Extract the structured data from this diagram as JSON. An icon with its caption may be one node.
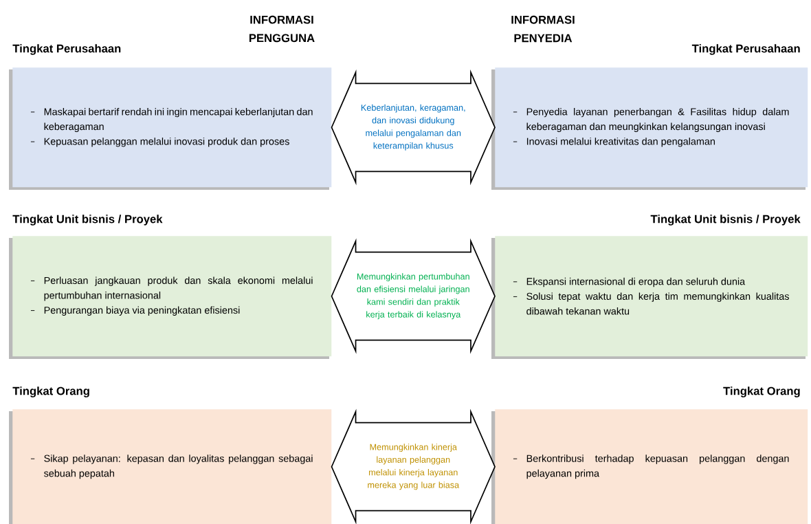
{
  "diagram": {
    "nodes": [
      {
        "text": [
          "Tingkat Perusahaan",
          "Maskapai bertarif rendah ini ingin mencapai keberlanjutan dan keberagaman",
          "Kepuasan pelanggan melalui inovasi produk dan proses"
        ]
      },
      {
        "text": [
          "Tingkat Perusahaan",
          "Penyedia layanan penerbangan & Fasilitas hidup dalam keberagaman dan meungkinkan kelangsungan inovasi",
          "Inovasi melalui kreativitas dan pengalaman"
        ]
      },
      {
        "text": [
          "Tingkat Unit bisnis / Proyek",
          "Perluasan jangkauan produk dan skala ekonomi melalui pertumbuhan internasional",
          "Pengurangan biaya via peningkatan efisiensi"
        ]
      },
      {
        "text": [
          "Tingkat Unit bisnis / Proyek",
          "Ekspansi internasional di eropa dan seluruh dunia",
          "Solusi tepat waktu dan kerja tim memungkinkan kualitas dibawah tekanan waktu"
        ]
      },
      {
        "text": [
          "Tingkat Orang",
          "Sikap pelayanan: kepasan dan loyalitas pelanggan sebagai sebuah pepatah"
        ]
      },
      {
        "text": [
          "Tingkat Orang",
          "Berkontribusi terhadap kepuasan pelanggan dengan pelayanan prima"
        ]
      }
    ],
    "edges": [
      {
        "from": 0,
        "to": 1,
        "arrow": "both",
        "label": "Keberlanjutan, keragaman, dan inovasi didukung melalui pengalaman dan keterampilan khusus"
      },
      {
        "from": 2,
        "to": 3,
        "arrow": "both",
        "label": "Memungkinkan pertumbuhan dan efisiensi melalui jaringan kami sendiri dan praktik kerja terbaik di kelasnya"
      },
      {
        "from": 4,
        "to": 5,
        "arrow": "both",
        "label": "Memungkinkan kinerja layanan pelanggan melalui kinerja layanan mereka yang luar biasa"
      }
    ],
    "labels": [
      "INFORMASI PENGGUNA",
      "INFORMASI PENYEDIA"
    ]
  }
}
